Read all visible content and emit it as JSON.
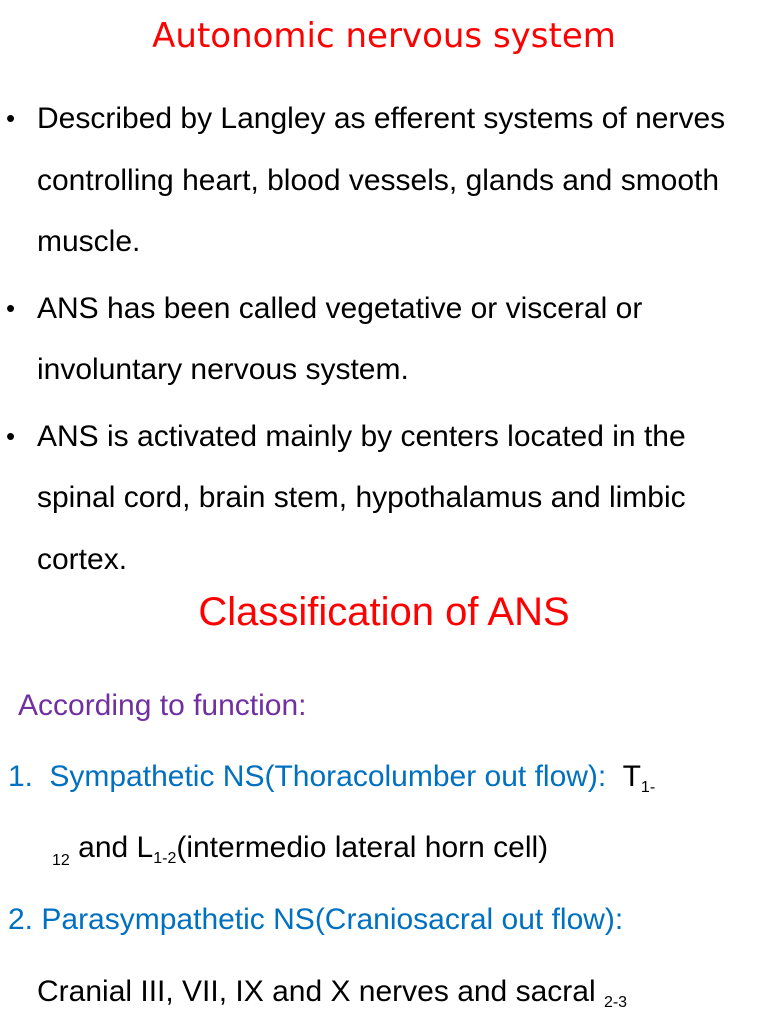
{
  "title": "Autonomic nervous system",
  "bullet_symbol": "•",
  "bullets": [
    "Described by Langley as efferent systems of nerves controlling heart, blood vessels, glands and smooth muscle.",
    "ANS has been called vegetative or visceral or involuntary nervous system.",
    "ANS is activated mainly by centers located in the spinal cord, brain stem, hypothalamus and limbic cortex."
  ],
  "subtitle": "Classification of ANS",
  "according": "According to function:",
  "item1": {
    "number": "1.",
    "label": "Sympathetic NS(Thoracolumber out flow):",
    "t_letter": "T",
    "t_sub": "1-",
    "t_sub_cont": "12",
    "and_text": " and L",
    "l_sub": "1-2",
    "rest": "(intermedio lateral horn cell)"
  },
  "item2": {
    "number": "2.",
    "label": "Parasympathetic NS(Craniosacral out flow):",
    "line2": "Cranial III, VII, IX and X nerves and sacral ",
    "sacral_sub": "2-3"
  },
  "colors": {
    "title": "#ff0000",
    "according": "#7030a0",
    "item_label": "#0070c0",
    "text": "#000000"
  }
}
